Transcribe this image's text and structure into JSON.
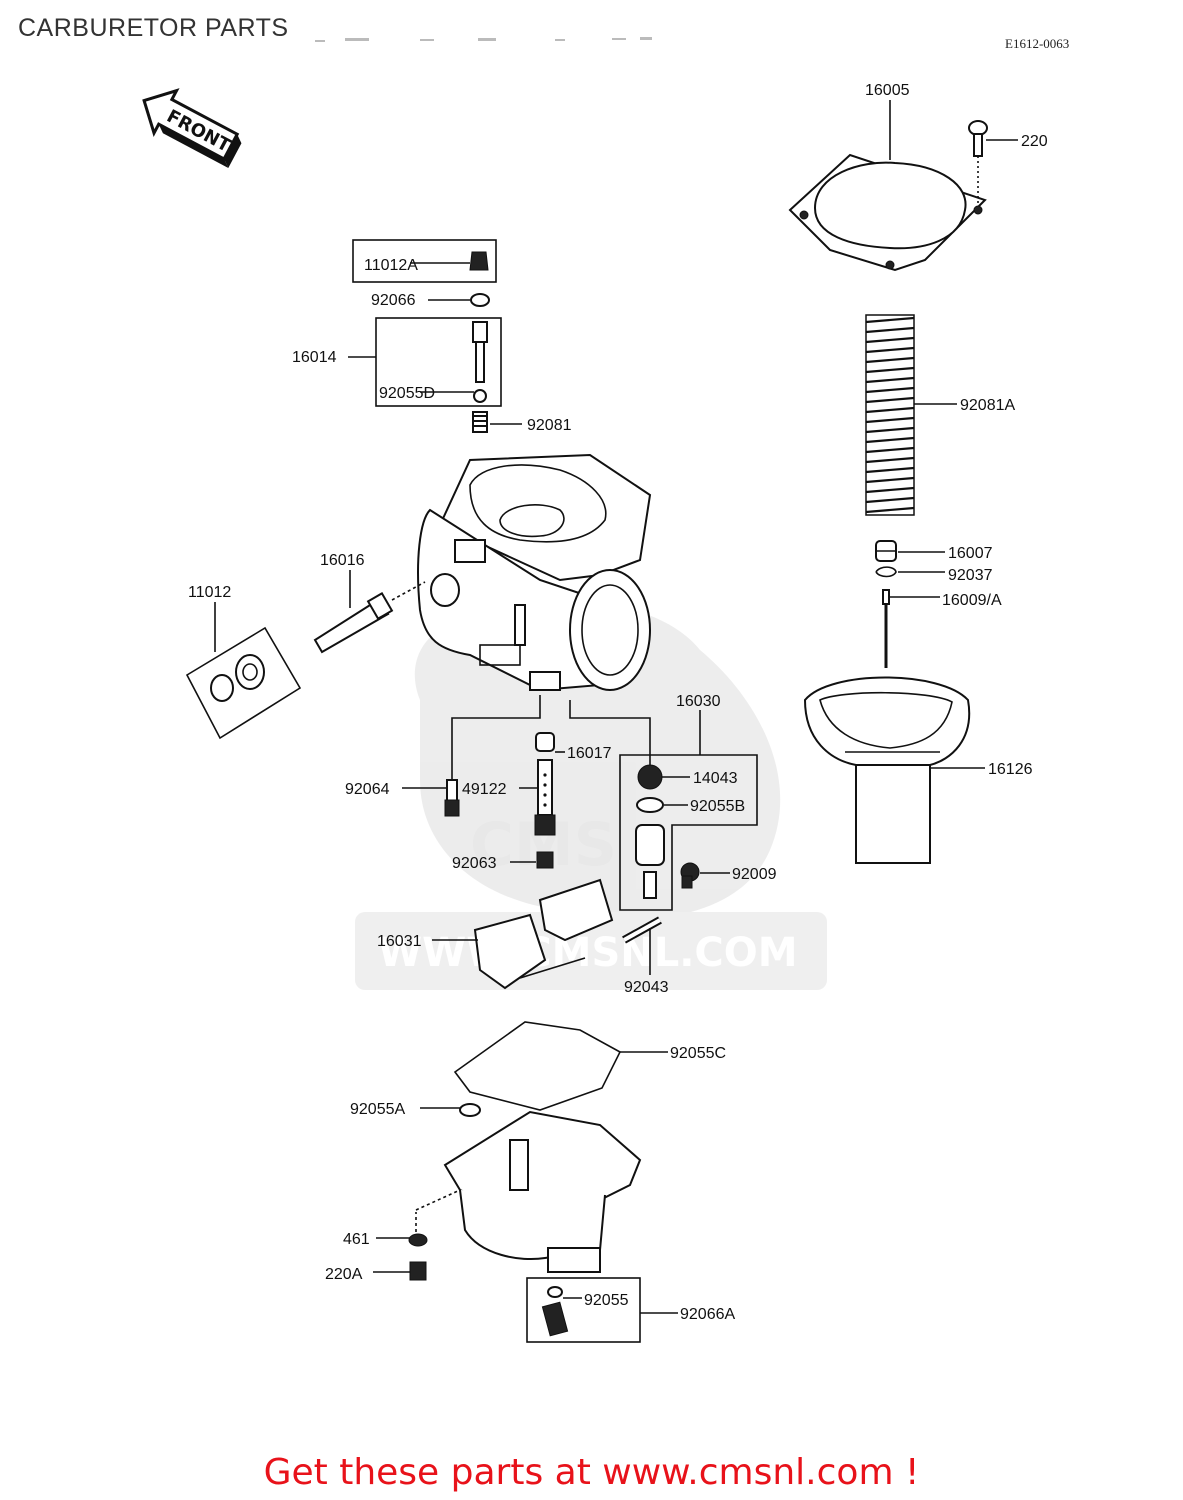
{
  "header": {
    "title": "CARBURETOR PARTS",
    "diagram_code": "E1612-0063"
  },
  "orientation": {
    "arrow_label": "FRONT"
  },
  "watermark": {
    "site": "WWW.CMSNL.COM",
    "logo_text": "CMS"
  },
  "part_labels": [
    {
      "id": "p16005",
      "code": "16005"
    },
    {
      "id": "p220",
      "code": "220"
    },
    {
      "id": "p11012A",
      "code": "11012A"
    },
    {
      "id": "p92066",
      "code": "92066"
    },
    {
      "id": "p16014",
      "code": "16014"
    },
    {
      "id": "p92055D",
      "code": "92055D"
    },
    {
      "id": "p92081",
      "code": "92081"
    },
    {
      "id": "p92081A",
      "code": "92081A"
    },
    {
      "id": "p16007",
      "code": "16007"
    },
    {
      "id": "p92037",
      "code": "92037"
    },
    {
      "id": "p16009A",
      "code": "16009/A"
    },
    {
      "id": "p16016",
      "code": "16016"
    },
    {
      "id": "p11012",
      "code": "11012"
    },
    {
      "id": "p16030",
      "code": "16030"
    },
    {
      "id": "p16017",
      "code": "16017"
    },
    {
      "id": "p14043",
      "code": "14043"
    },
    {
      "id": "p92055B",
      "code": "92055B"
    },
    {
      "id": "p16126",
      "code": "16126"
    },
    {
      "id": "p92064",
      "code": "92064"
    },
    {
      "id": "p49122",
      "code": "49122"
    },
    {
      "id": "p92063",
      "code": "92063"
    },
    {
      "id": "p92009",
      "code": "92009"
    },
    {
      "id": "p16031",
      "code": "16031"
    },
    {
      "id": "p92043",
      "code": "92043"
    },
    {
      "id": "p92055C",
      "code": "92055C"
    },
    {
      "id": "p92055A",
      "code": "92055A"
    },
    {
      "id": "p461",
      "code": "461"
    },
    {
      "id": "p220A",
      "code": "220A"
    },
    {
      "id": "p92055",
      "code": "92055"
    },
    {
      "id": "p92066A",
      "code": "92066A"
    }
  ],
  "footer": {
    "banner_text": "Get these parts at www.cmsnl.com !",
    "banner_color": "#e8121a"
  }
}
